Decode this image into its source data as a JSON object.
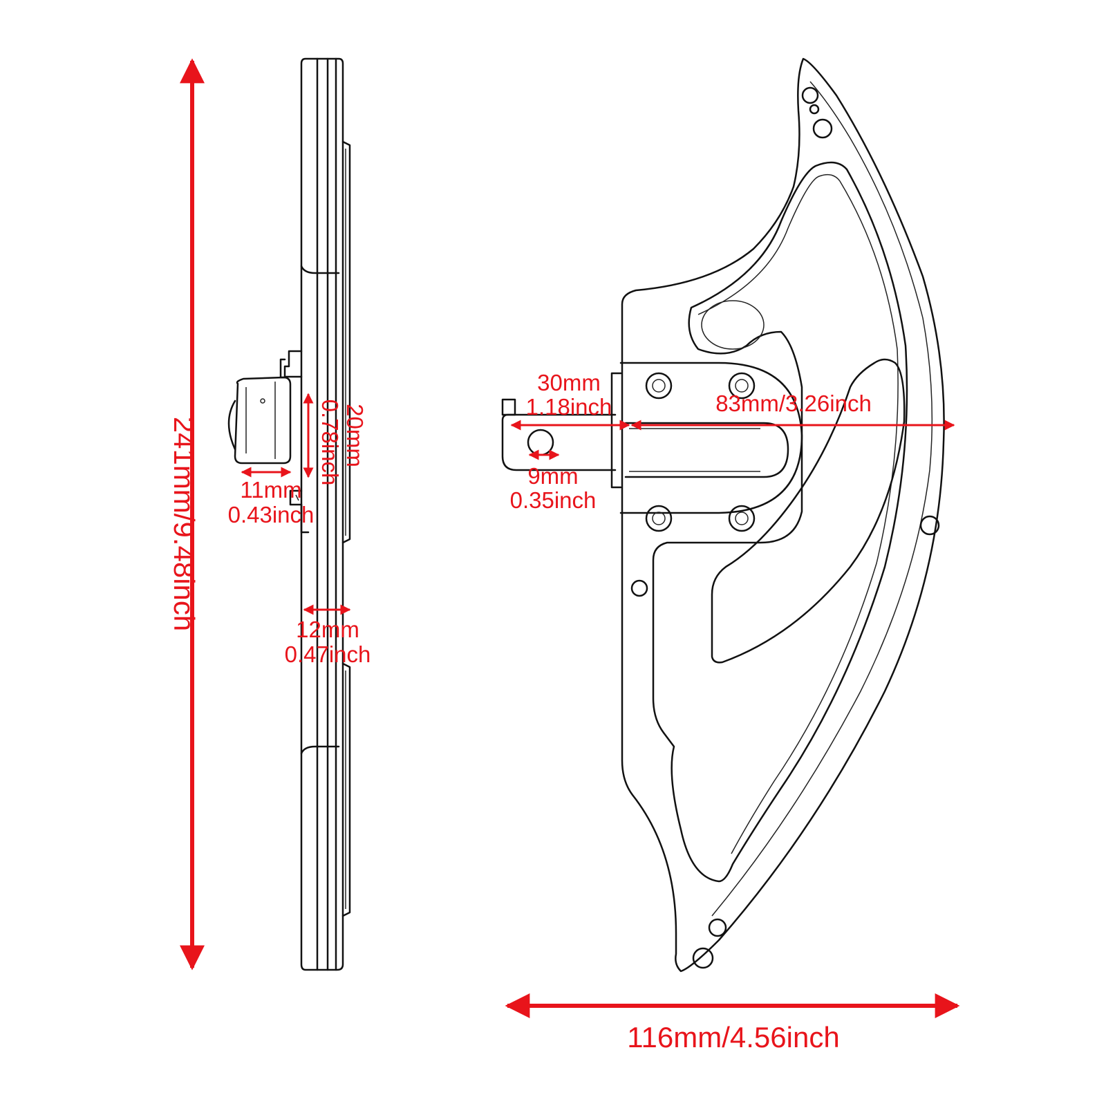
{
  "colors": {
    "dimension": "#e8141b",
    "outline": "#111111",
    "background": "#ffffff"
  },
  "dimensions": {
    "total_height": "241mm/9.48inch",
    "total_width": "116mm/4.56inch",
    "mount_length_mm": "30mm",
    "mount_length_in": "1.18inch",
    "hole_dia_mm": "9mm",
    "hole_dia_in": "0.35inch",
    "plate_width": "83mm/3.26inch",
    "bracket_depth_mm": "20mm",
    "bracket_depth_in": "0.78inch",
    "knob_width_mm": "11mm",
    "knob_width_in": "0.43inch",
    "thickness_mm": "12mm",
    "thickness_in": "0.47inch"
  }
}
